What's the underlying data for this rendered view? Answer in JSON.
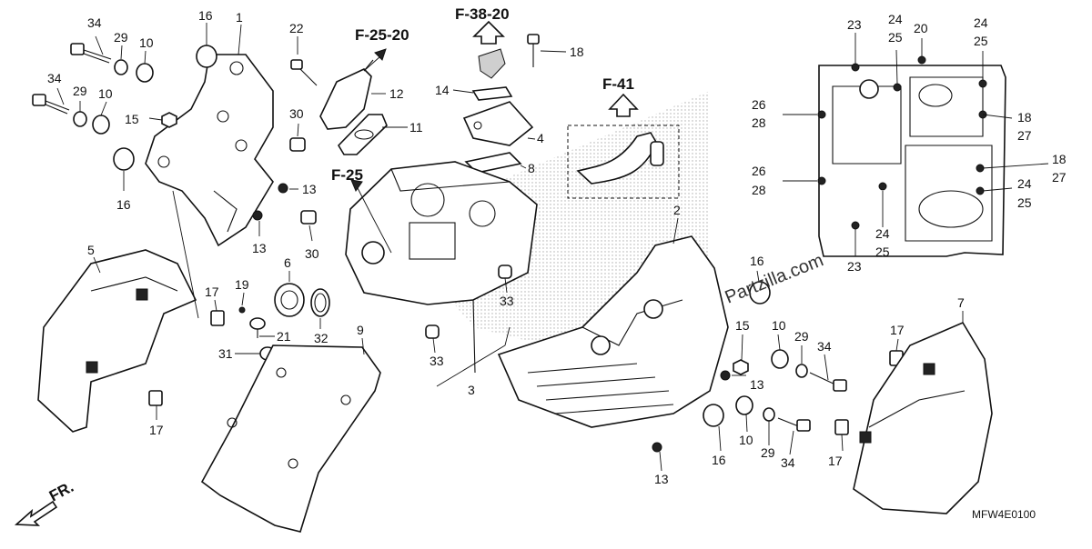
{
  "diagram": {
    "part_numbers": {
      "p1": "1",
      "p2": "2",
      "p3": "3",
      "p4": "4",
      "p5": "5",
      "p6": "6",
      "p7": "7",
      "p8": "8",
      "p9": "9",
      "p10a": "10",
      "p10b": "10",
      "p10c": "10",
      "p10d": "10",
      "p11": "11",
      "p12": "12",
      "p13a": "13",
      "p13b": "13",
      "p13c": "13",
      "p13d": "13",
      "p14": "14",
      "p15a": "15",
      "p15b": "15",
      "p16a": "16",
      "p16b": "16",
      "p16c": "16",
      "p16d": "16",
      "p17a": "17",
      "p17b": "17",
      "p17c": "17",
      "p17d": "17",
      "p18a": "18",
      "p18b": "18",
      "p18c": "18",
      "p19": "19",
      "p20": "20",
      "p21": "21",
      "p22": "22",
      "p23a": "23",
      "p23b": "23",
      "p24a": "24",
      "p24b": "24",
      "p24c": "24",
      "p24d": "24",
      "p25a": "25",
      "p25b": "25",
      "p25c": "25",
      "p25d": "25",
      "p26a": "26",
      "p26b": "26",
      "p27a": "27",
      "p27b": "27",
      "p28a": "28",
      "p28b": "28",
      "p29a": "29",
      "p29b": "29",
      "p29c": "29",
      "p29d": "29",
      "p30a": "30",
      "p30b": "30",
      "p31": "31",
      "p32": "32",
      "p33a": "33",
      "p33b": "33",
      "p34a": "34",
      "p34b": "34",
      "p34c": "34",
      "p34d": "34"
    },
    "refs": {
      "f2520": "F-25-20",
      "f3820": "F-38-20",
      "f41": "F-41",
      "f25": "F-25"
    },
    "front_label": "FR.",
    "watermark": "Partzilla.com",
    "diagram_code": "MFW4E0100"
  }
}
